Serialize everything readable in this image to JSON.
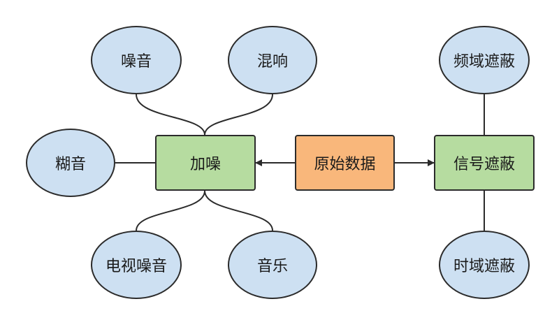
{
  "nodes": {
    "source": {
      "label": "原始数据",
      "color": "#f9b77b"
    },
    "noise_add": {
      "label": "加噪",
      "color": "#b6dca0"
    },
    "signal_mask": {
      "label": "信号遮蔽",
      "color": "#b6dca0"
    },
    "noise": {
      "label": "噪音",
      "color": "#cde0f2"
    },
    "reverb": {
      "label": "混响",
      "color": "#cde0f2"
    },
    "muffled": {
      "label": "糊音",
      "color": "#cde0f2"
    },
    "tv_noise": {
      "label": "电视噪音",
      "color": "#cde0f2"
    },
    "music": {
      "label": "音乐",
      "color": "#cde0f2"
    },
    "freq_mask": {
      "label": "频域遮蔽",
      "color": "#cde0f2"
    },
    "time_mask": {
      "label": "时域遮蔽",
      "color": "#cde0f2"
    }
  },
  "edges": [
    {
      "from": "source",
      "to": "noise_add",
      "arrow": true
    },
    {
      "from": "source",
      "to": "signal_mask",
      "arrow": true
    },
    {
      "from": "noise_add",
      "to": "noise",
      "arrow": false
    },
    {
      "from": "noise_add",
      "to": "reverb",
      "arrow": false
    },
    {
      "from": "noise_add",
      "to": "muffled",
      "arrow": false
    },
    {
      "from": "noise_add",
      "to": "tv_noise",
      "arrow": false
    },
    {
      "from": "noise_add",
      "to": "music",
      "arrow": false
    },
    {
      "from": "signal_mask",
      "to": "freq_mask",
      "arrow": false
    },
    {
      "from": "signal_mask",
      "to": "time_mask",
      "arrow": false
    }
  ]
}
